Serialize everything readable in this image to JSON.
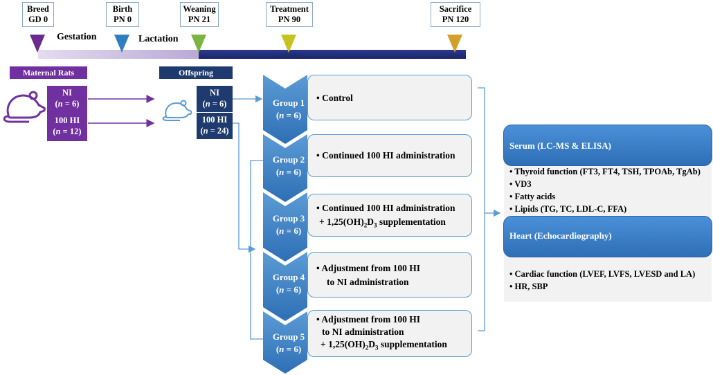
{
  "timeline": {
    "events": [
      {
        "label": "Breed",
        "sub": "GD 0"
      },
      {
        "label": "Birth",
        "sub": "PN 0"
      },
      {
        "label": "Weaning",
        "sub": "PN 21"
      },
      {
        "label": "Treatment",
        "sub": "PN 90"
      },
      {
        "label": "Sacrifice",
        "sub": "PN 120"
      }
    ],
    "phases": {
      "gestation": "Gestation",
      "lactation": "Lactation"
    },
    "colors": {
      "lactation_bar": "#c4b5dd",
      "post_bar": "#1f2d7a",
      "breed": "#6a2c8f",
      "birth": "#2f7ec0",
      "weaning": "#7cb342",
      "treatment": "#c8c21e",
      "sacrifice": "#d4a02c"
    }
  },
  "maternal": {
    "title": "Maternal Rats",
    "groups": [
      {
        "name": "NI",
        "n": "(n = 6)",
        "n_var": "n",
        "n_val": " = 6)"
      },
      {
        "name": "100 HI",
        "n": "(n = 12)",
        "n_var": "n",
        "n_val": " = 12)"
      }
    ],
    "color": "#7030a0"
  },
  "offspring": {
    "title": "Offspring",
    "groups": [
      {
        "name": "NI",
        "n_val": " = 6)"
      },
      {
        "name": "100 HI",
        "n_val": " = 24)"
      }
    ],
    "color": "#1f3a6e"
  },
  "groups": [
    {
      "label": "Group 1",
      "n_val": " = 6)",
      "lines": [
        "•   Control"
      ]
    },
    {
      "label": "Group 2",
      "n_val": " = 6)",
      "lines": [
        "•   Continued 100 HI administration"
      ]
    },
    {
      "label": "Group  3",
      "n_val": " = 6)",
      "lines": [
        "•   Continued 100 HI administration",
        "+ 1,25(OH)",
        "2",
        "D",
        "3",
        " supplementation"
      ]
    },
    {
      "label": "Group 4",
      "n_val": " = 6)",
      "lines": [
        "•   Adjustment from 100 HI",
        "to  NI administration"
      ]
    },
    {
      "label": "Group 5",
      "n_val": " = 6)",
      "lines": [
        "•   Adjustment from 100 HI",
        "to NI administration",
        "+ 1,25(OH)",
        "2",
        "D",
        "3",
        " supplementation"
      ]
    }
  ],
  "serum": {
    "title": "Serum (LC-MS & ELISA)",
    "items": [
      "•   Thyroid function (FT3, FT4, TSH, TPOAb, TgAb)",
      "•   VD3",
      "•   Fatty acids",
      "•   Lipids (TG, TC, LDL-C,  FFA)"
    ]
  },
  "heart": {
    "title": "Heart (Echocardiography)",
    "items": [
      "•   Cardiac function (LVEF, LVFS, LVESD and LA)",
      "•   HR, SBP"
    ]
  },
  "n_var": "n",
  "n_open": "("
}
